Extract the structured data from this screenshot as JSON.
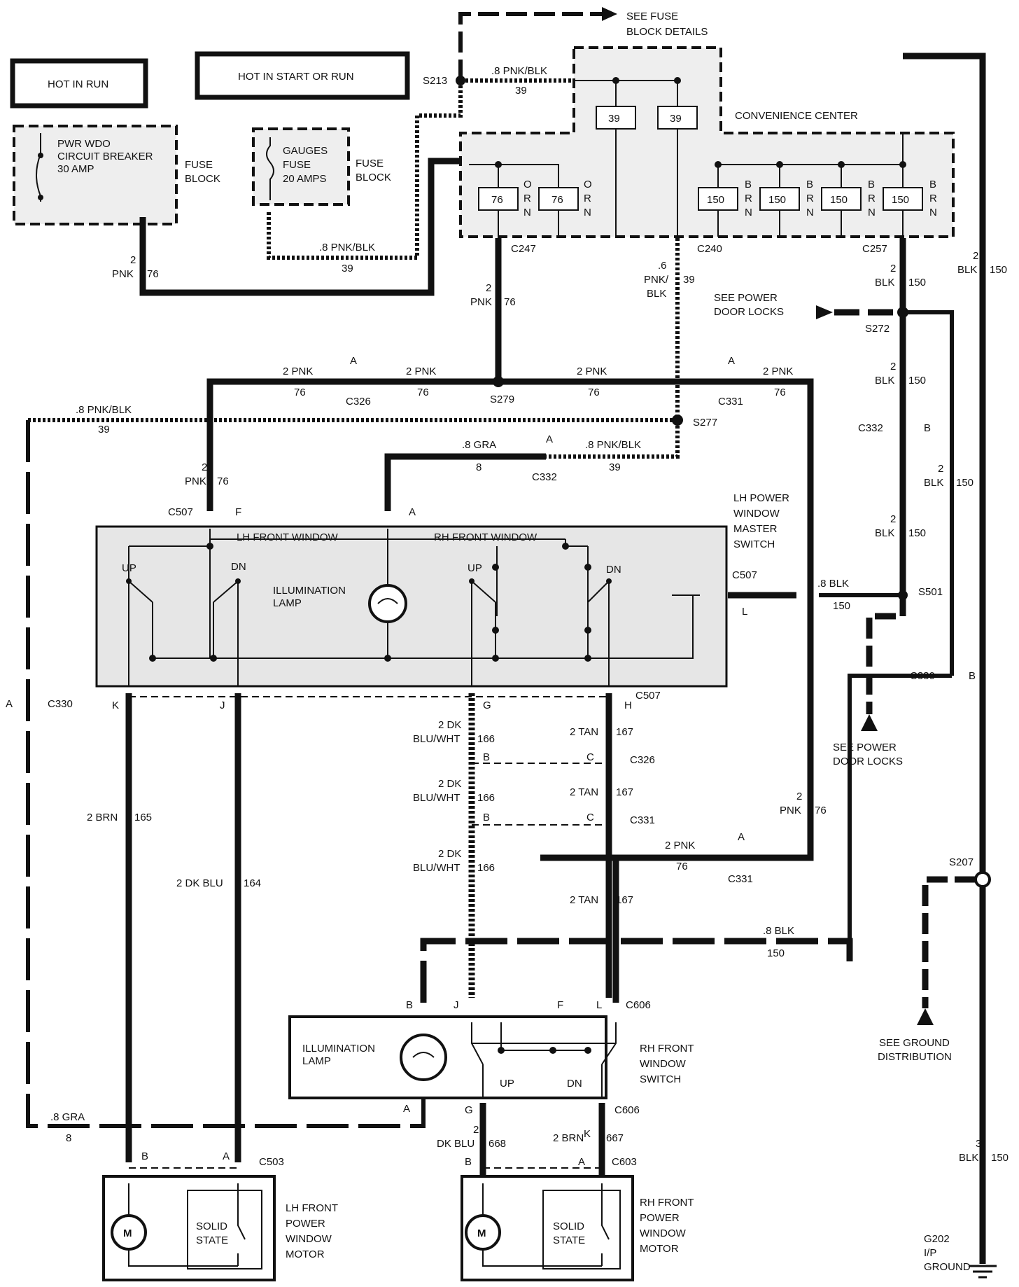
{
  "labels": {
    "hot_in_run": "HOT IN RUN",
    "hot_in_start_or_run": "HOT IN START OR RUN",
    "see_fuse_block_details_1": "SEE FUSE",
    "see_fuse_block_details_2": "BLOCK DETAILS",
    "convenience_center": "CONVENIENCE CENTER",
    "pwr_wdo_1": "PWR WDO",
    "pwr_wdo_2": "CIRCUIT BREAKER",
    "pwr_wdo_3": "30 AMP",
    "gauges_1": "GAUGES",
    "gauges_2": "FUSE",
    "gauges_3": "20 AMPS",
    "fuse_block_a1": "FUSE",
    "fuse_block_a2": "BLOCK",
    "fuse_block_b1": "FUSE",
    "fuse_block_b2": "BLOCK",
    "see_power_door_locks_1": "SEE POWER",
    "see_power_door_locks_2": "DOOR LOCKS",
    "see_power_door_locks_3": "SEE POWER",
    "see_power_door_locks_4": "DOOR LOCKS",
    "lh_master_1": "LH POWER",
    "lh_master_2": "WINDOW",
    "lh_master_3": "MASTER",
    "lh_master_4": "SWITCH",
    "lh_front_window": "LH FRONT WINDOW",
    "rh_front_window": "RH FRONT WINDOW",
    "up": "UP",
    "dn": "DN",
    "illumination_1": "ILLUMINATION",
    "illumination_2": "LAMP",
    "rh_switch_1": "RH FRONT",
    "rh_switch_2": "WINDOW",
    "rh_switch_3": "SWITCH",
    "see_ground_1": "SEE GROUND",
    "see_ground_2": "DISTRIBUTION",
    "lh_motor_1": "LH FRONT",
    "lh_motor_2": "POWER",
    "lh_motor_3": "WINDOW",
    "lh_motor_4": "MOTOR",
    "rh_motor_1": "RH FRONT",
    "rh_motor_2": "POWER",
    "rh_motor_3": "WINDOW",
    "rh_motor_4": "MOTOR",
    "solid_state_1": "SOLID",
    "solid_state_2": "STATE",
    "motor_m": "M",
    "g202_1": "G202",
    "g202_2": "I/P",
    "g202_3": "GROUND"
  },
  "relay_numbers": [
    "39",
    "39",
    "76",
    "76",
    "150",
    "150",
    "150",
    "150"
  ],
  "relay_side": [
    "O",
    "R",
    "N",
    "B",
    "R",
    "N"
  ],
  "wires": {
    "pnk_76_2": "2",
    "pnk": "PNK",
    "n76": "76",
    "pnkblk_8": ".8 PNK/BLK",
    "n39": "39",
    "pnk6": ".6",
    "pnk_slash": "PNK/",
    "blk": "BLK",
    "two_pnk": "2 PNK",
    "two": "2",
    "n150": "150",
    "two_blk": "2",
    "gra_8": ".8 GRA",
    "n8": "8",
    "blk_8": ".8 BLK",
    "dk": "2 DK",
    "bluwht": "BLU/WHT",
    "n166": "166",
    "tan": "2 TAN",
    "n167": "167",
    "brn": "2 BRN",
    "n165": "165",
    "dkblu": "2 DK BLU",
    "n164": "164",
    "dkblu2": "DK BLU",
    "n668": "668",
    "brn2": "2 BRN",
    "n667": "667",
    "three": "3"
  },
  "connectors": {
    "S213": "S213",
    "C247": "C247",
    "C240": "C240",
    "C257": "C257",
    "S272": "S272",
    "C326": "C326",
    "S279": "S279",
    "C331": "C331",
    "S277": "S277",
    "C332": "C332",
    "C507": "C507",
    "S501": "S501",
    "C330": "C330",
    "C606": "C606",
    "S207": "S207",
    "C503": "C503",
    "C603": "C603"
  },
  "pins": {
    "A": "A",
    "B": "B",
    "C": "C",
    "F": "F",
    "G": "G",
    "H": "H",
    "J": "J",
    "K": "K",
    "L": "L"
  }
}
